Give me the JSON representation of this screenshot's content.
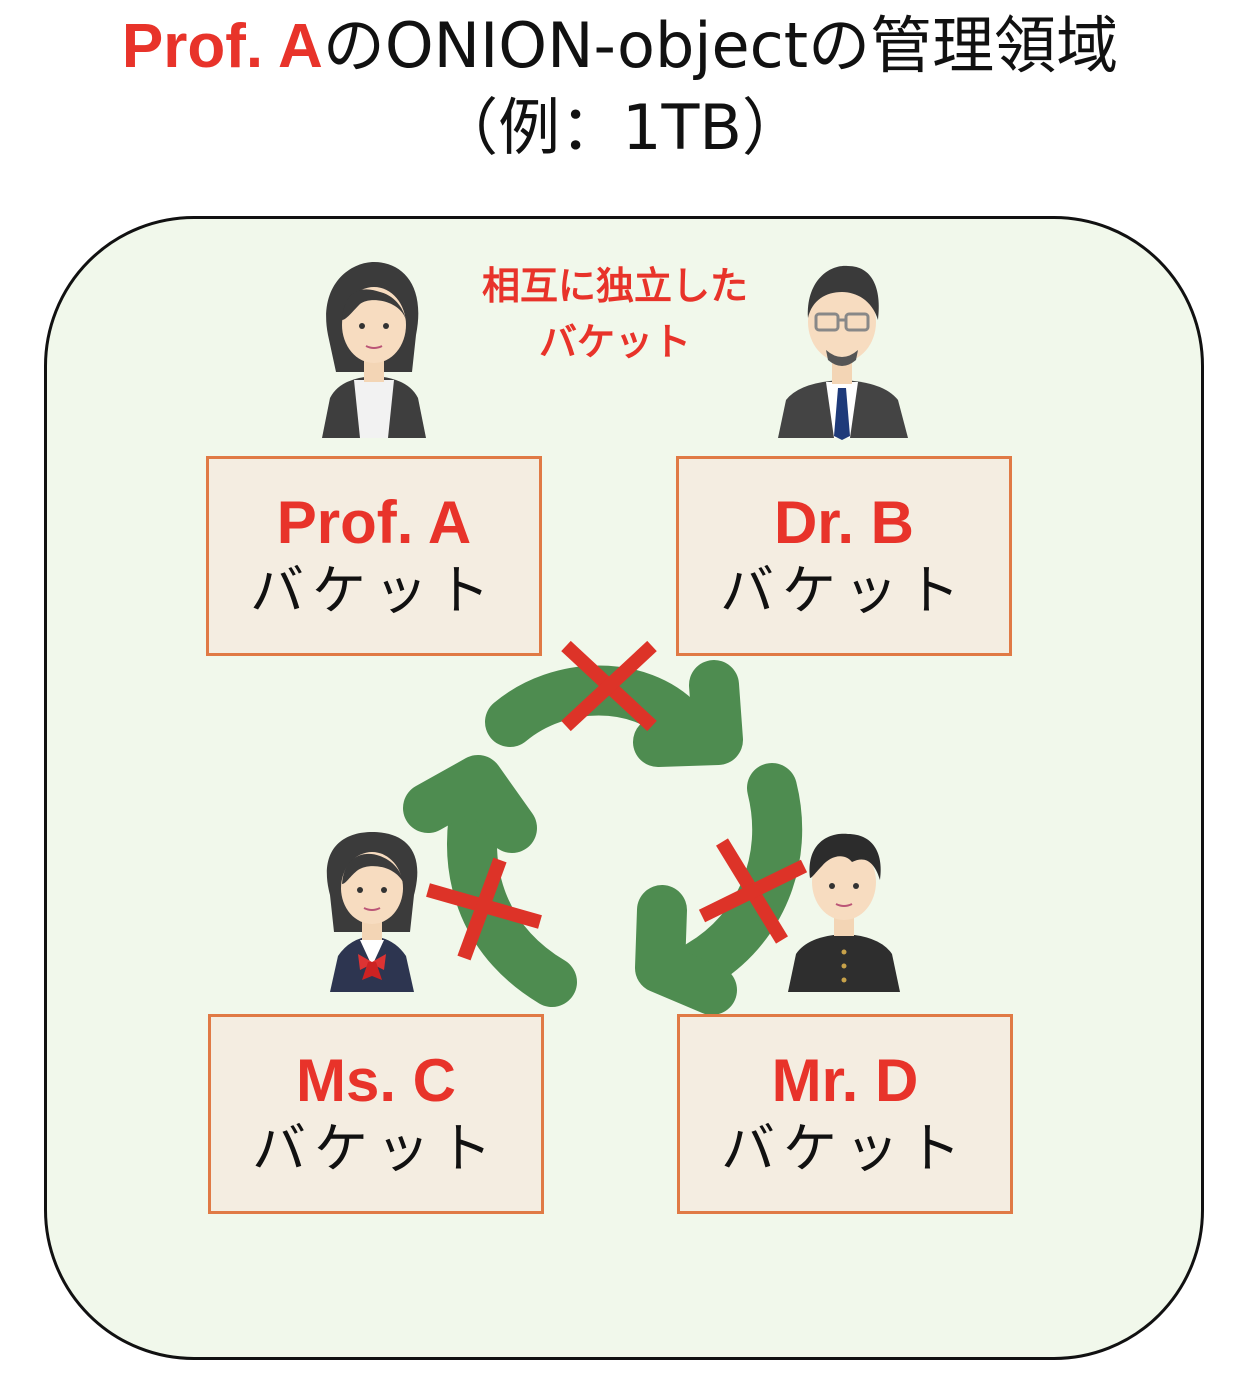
{
  "title": {
    "owner": "Prof. A",
    "rest": "のONION-objectの管理領域",
    "subtitle": "（例：1TB）"
  },
  "note": {
    "line1": "相互に独立した",
    "line2": "バケット"
  },
  "buckets": [
    {
      "name": "Prof. A",
      "kind": "バケット"
    },
    {
      "name": "Dr. B",
      "kind": "バケット"
    },
    {
      "name": "Ms. C",
      "kind": "バケット"
    },
    {
      "name": "Mr. D",
      "kind": "バケット"
    }
  ],
  "colors": {
    "accent_red": "#e8332a",
    "arrow_green": "#4e8c50",
    "panel_bg": "#f1f8eb",
    "bucket_bg": "#f4ede1",
    "bucket_border": "#e07a45"
  },
  "icons": [
    "woman-avatar-icon",
    "man-glasses-avatar-icon",
    "girl-student-avatar-icon",
    "boy-student-avatar-icon",
    "cycle-arrow-icon",
    "cross-mark-icon"
  ]
}
